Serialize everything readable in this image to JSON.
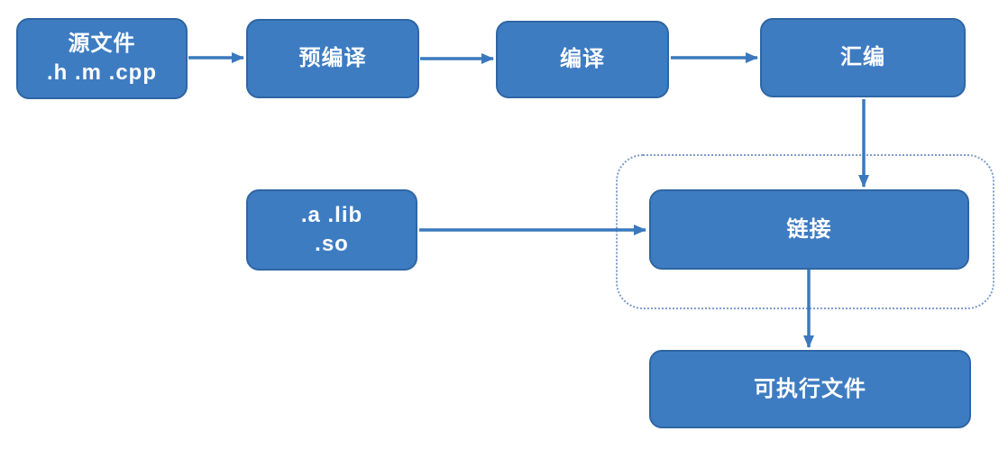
{
  "diagram": {
    "title": "compilation-pipeline-flowchart",
    "colors": {
      "node_fill": "#3E7CC2",
      "node_border": "#2F66A3",
      "arrow": "#3A79BE",
      "dotted_group_border": "#7E9CCB",
      "text": "#FFFFFF",
      "background": "#FFFFFF"
    },
    "nodes": [
      {
        "id": "source",
        "lines": [
          "源文件",
          ".h .m .cpp"
        ]
      },
      {
        "id": "precompile",
        "lines": [
          "预编译"
        ]
      },
      {
        "id": "compile",
        "lines": [
          "编译"
        ]
      },
      {
        "id": "assemble",
        "lines": [
          "汇编"
        ]
      },
      {
        "id": "libs",
        "lines": [
          ".a .lib",
          ".so"
        ]
      },
      {
        "id": "link",
        "lines": [
          "链接"
        ]
      },
      {
        "id": "executable",
        "lines": [
          "可执行文件"
        ]
      }
    ],
    "edges": [
      {
        "from": "source",
        "to": "precompile"
      },
      {
        "from": "precompile",
        "to": "compile"
      },
      {
        "from": "compile",
        "to": "assemble"
      },
      {
        "from": "assemble",
        "to": "link"
      },
      {
        "from": "libs",
        "to": "link"
      },
      {
        "from": "link",
        "to": "executable"
      }
    ],
    "groups": [
      {
        "id": "link-stage-group",
        "style": "dotted",
        "contains": [
          "link"
        ]
      }
    ]
  }
}
